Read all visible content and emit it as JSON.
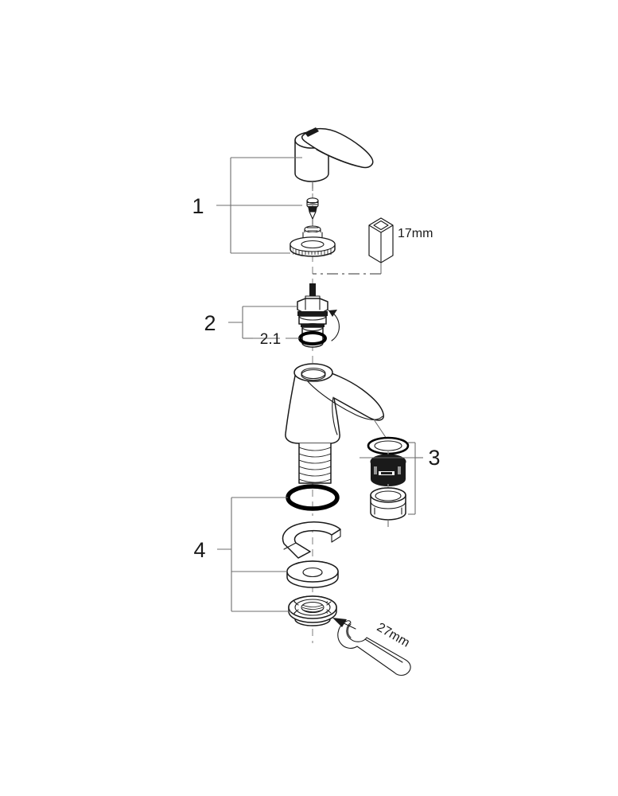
{
  "diagram": {
    "title": "Single-lever basin mixer exploded assembly view",
    "background_color": "#ffffff",
    "line_color": "#6d6d6d",
    "outline_color": "#1a1a1a",
    "centerline_color": "#9a9a9a"
  },
  "callouts": [
    {
      "id": "1",
      "label": "1",
      "name": "callout-1",
      "description": "Lever handle, grub screw and knurled cap assembly"
    },
    {
      "id": "2",
      "label": "2",
      "name": "callout-2",
      "description": "Ceramic cartridge"
    },
    {
      "id": "2.1",
      "label": "2.1",
      "name": "callout-2-1",
      "description": "Cartridge seal O-ring"
    },
    {
      "id": "3",
      "label": "3",
      "name": "callout-3",
      "description": "Aerator / mousseur assembly"
    },
    {
      "id": "4",
      "label": "4",
      "name": "callout-4",
      "description": "O-ring, stabilizer plate, washer and mounting nut"
    }
  ],
  "tools": [
    {
      "id": "hex-socket",
      "label": "17mm",
      "name": "tool-label-17mm",
      "type": "hex socket"
    },
    {
      "id": "open-wrench",
      "label": "27mm",
      "name": "tool-label-27mm",
      "type": "open-ended wrench"
    }
  ],
  "parts": [
    {
      "id": "lever-handle",
      "callout": "1",
      "name": "part-lever-handle"
    },
    {
      "id": "grub-screw",
      "callout": "1",
      "name": "part-grub-screw"
    },
    {
      "id": "knurled-cap",
      "callout": "1",
      "name": "part-knurled-cap"
    },
    {
      "id": "cartridge",
      "callout": "2",
      "name": "part-cartridge"
    },
    {
      "id": "cartridge-oring",
      "callout": "2.1",
      "name": "part-cartridge-oring"
    },
    {
      "id": "faucet-body",
      "callout": "",
      "name": "part-faucet-body"
    },
    {
      "id": "aerator-gasket",
      "callout": "3",
      "name": "part-aerator-gasket"
    },
    {
      "id": "aerator-insert",
      "callout": "3",
      "name": "part-aerator-insert"
    },
    {
      "id": "aerator-housing",
      "callout": "3",
      "name": "part-aerator-housing"
    },
    {
      "id": "base-oring",
      "callout": "4",
      "name": "part-base-oring"
    },
    {
      "id": "stabilizer-plate",
      "callout": "4",
      "name": "part-stabilizer-plate"
    },
    {
      "id": "flat-washer",
      "callout": "4",
      "name": "part-flat-washer"
    },
    {
      "id": "mounting-nut",
      "callout": "4",
      "name": "part-mounting-nut"
    }
  ]
}
